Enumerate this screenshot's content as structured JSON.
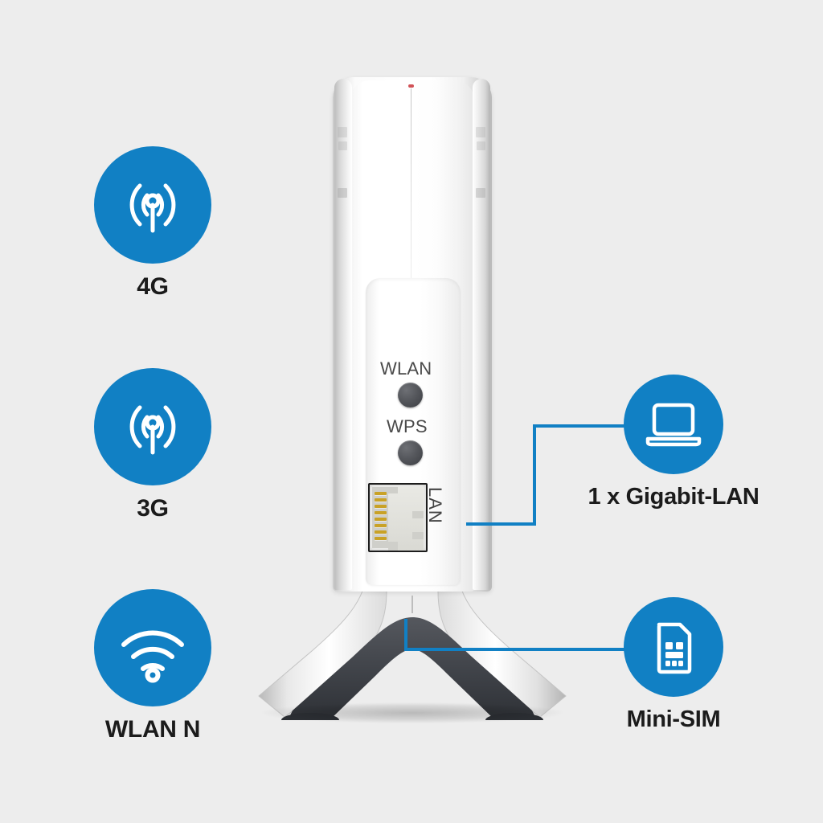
{
  "page": {
    "background_color": "#ededed",
    "accent_color": "#1180c4",
    "text_color": "#1b1b1b"
  },
  "features_left": [
    {
      "id": "4g",
      "label": "4G",
      "icon": "cell-signal-antenna-icon"
    },
    {
      "id": "3g",
      "label": "3G",
      "icon": "cell-signal-antenna-icon"
    },
    {
      "id": "wlan",
      "label": "WLAN N",
      "icon": "wifi-icon"
    }
  ],
  "features_right": [
    {
      "id": "lan",
      "label": "1 x Gigabit-LAN",
      "icon": "laptop-icon"
    },
    {
      "id": "sim",
      "label": "Mini-SIM",
      "icon": "sim-card-icon"
    }
  ],
  "device": {
    "name": "wifi-router",
    "buttons": [
      {
        "id": "wlan",
        "label": "WLAN"
      },
      {
        "id": "wps",
        "label": "WPS"
      }
    ],
    "ports": [
      {
        "id": "lan",
        "label": "LAN"
      }
    ],
    "indicator_color": "#c9343a",
    "body_color": "#ffffff",
    "foot_color": "#3c3f44"
  }
}
